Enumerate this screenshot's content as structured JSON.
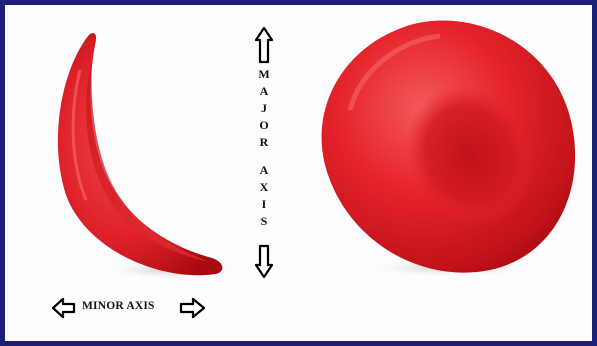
{
  "labels": {
    "major_axis": "MAJOR AXIS",
    "major_letters_word1": [
      "M",
      "A",
      "J",
      "O",
      "R"
    ],
    "major_letters_word2": [
      "A",
      "X",
      "I",
      "S"
    ],
    "minor_axis": "MINOR AXIS"
  },
  "icons": {
    "arrow_up": "arrow-up-icon",
    "arrow_down": "arrow-down-icon",
    "arrow_left": "arrow-left-icon",
    "arrow_right": "arrow-right-icon"
  },
  "colors": {
    "border": "#1c1e78",
    "cell_red": "#e5232a",
    "cell_dark": "#a8080f",
    "cell_light": "#f25a5c"
  }
}
